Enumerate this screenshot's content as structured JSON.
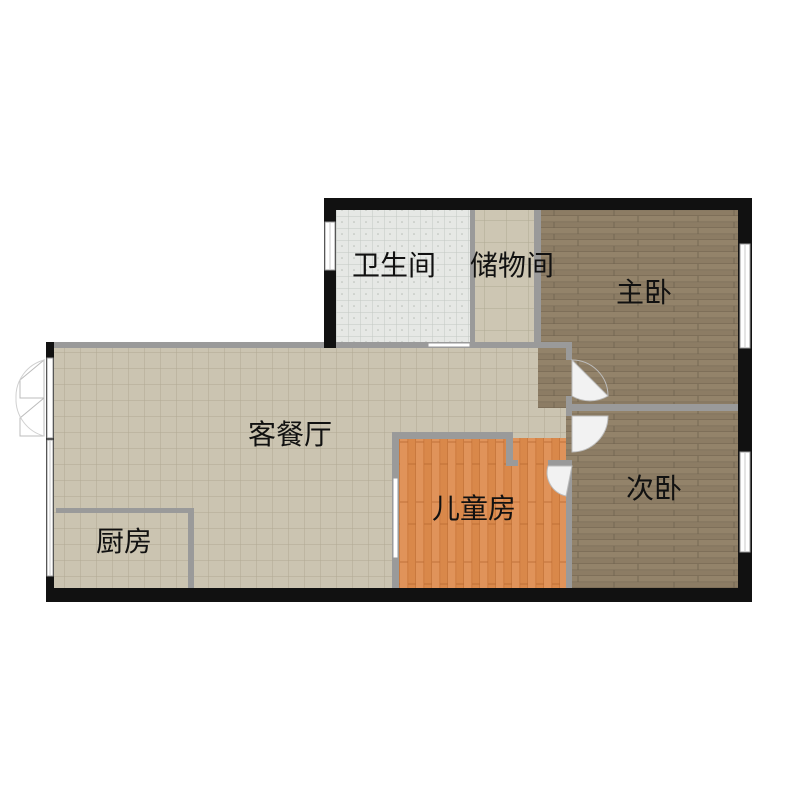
{
  "floorplan": {
    "rooms": {
      "bathroom": {
        "label": "卫生间"
      },
      "storage": {
        "label": "储物间"
      },
      "master_bedroom": {
        "label": "主卧"
      },
      "living_dining": {
        "label": "客餐厅"
      },
      "kids_room": {
        "label": "儿童房"
      },
      "second_bedroom": {
        "label": "次卧"
      },
      "kitchen": {
        "label": "厨房"
      }
    },
    "colors": {
      "exterior_wall": "#111111",
      "interior_wall": "#9a9a9a",
      "living_floor": "#c9c2ae",
      "bathroom_floor": "#e4e6e3",
      "wood_floor": "#8a7a62",
      "kids_floor": "#d98a4a"
    }
  }
}
